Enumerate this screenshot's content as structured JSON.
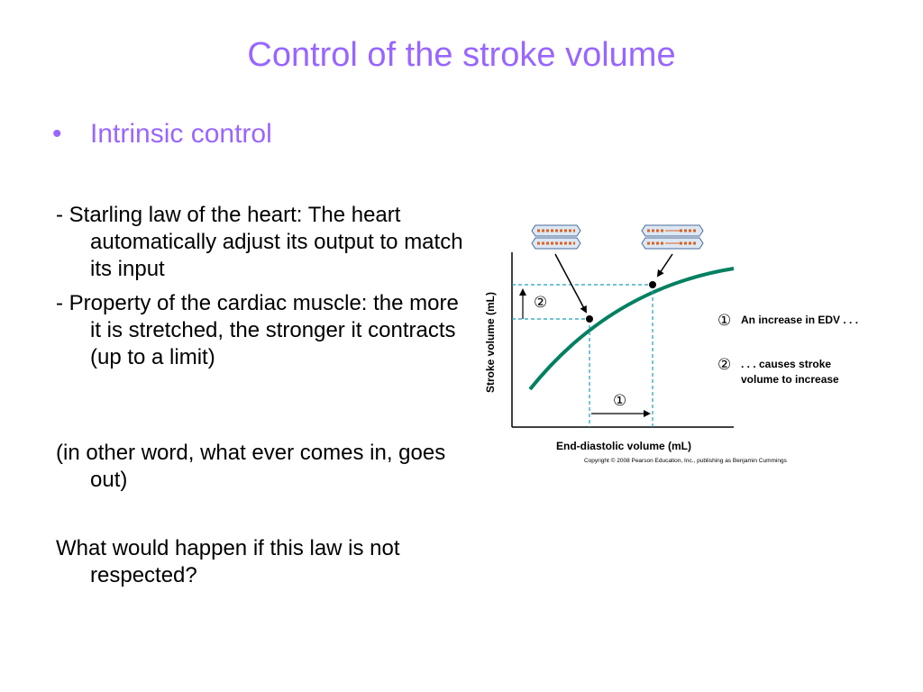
{
  "slide": {
    "title": "Control of the stroke volume",
    "bullet": "Intrinsic control",
    "paragraphs": [
      " - Starling law of the heart: The heart automatically adjust its output to match its input",
      "- Property of the cardiac muscle: the more it is stretched, the stronger it contracts (up to a limit)",
      "(in other word, what ever comes in, goes out)",
      "What would happen if this law is not respected?"
    ]
  },
  "figure": {
    "y_axis_label": "Stroke volume (mL)",
    "x_axis_label": "End-diastolic volume (mL)",
    "marker_1": "①",
    "marker_2": "②",
    "legend": [
      {
        "marker": "①",
        "lines": [
          "An increase in EDV . . ."
        ]
      },
      {
        "marker": "②",
        "lines": [
          ". . . causes stroke",
          "volume to increase"
        ]
      }
    ],
    "copyright": "Copyright © 2008 Pearson Education, Inc., publishing as Benjamin Cummings",
    "colors": {
      "curve": "#008060",
      "dashed": "#1aa0b8",
      "sarcomere_border": "#4a6a9a",
      "sarcomere_fill": "#dce8f4",
      "filament": "#e06020"
    }
  }
}
